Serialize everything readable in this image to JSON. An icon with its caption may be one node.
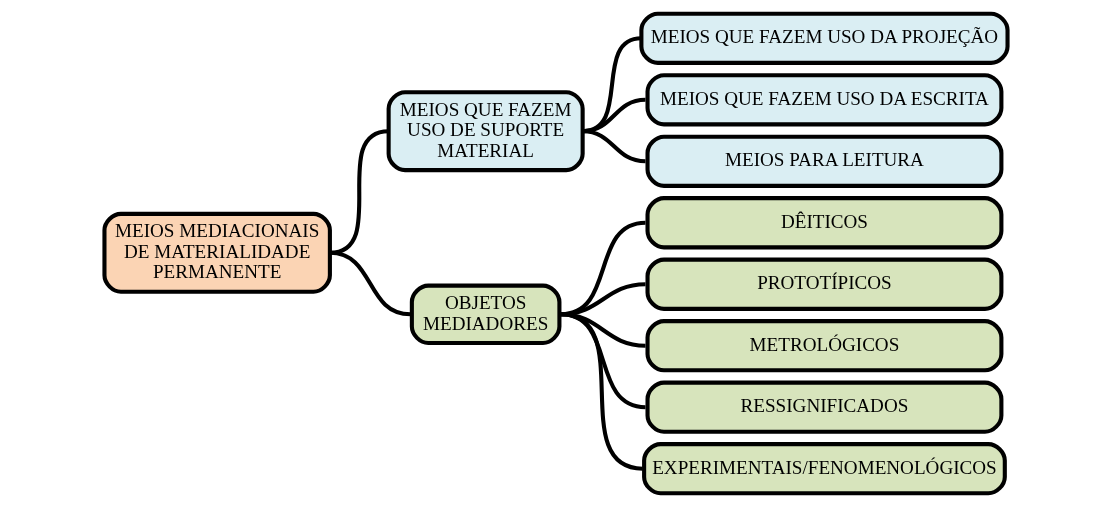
{
  "diagram": {
    "nodes": [
      {
        "text": [
          "MEIOS MEDIACIONAIS DE MATERIALIDADE PERMANENTE"
        ]
      },
      {
        "text": [
          "MEIOS QUE FAZEM USO DE SUPORTE MATERIAL"
        ]
      },
      {
        "text": [
          "OBJETOS MEDIADORES"
        ]
      },
      {
        "text": [
          "MEIOS QUE FAZEM USO DA PROJEÇÃO"
        ]
      },
      {
        "text": [
          "MEIOS QUE FAZEM USO DA ESCRITA"
        ]
      },
      {
        "text": [
          "MEIOS PARA LEITURA"
        ]
      },
      {
        "text": [
          "DÊITICOS"
        ]
      },
      {
        "text": [
          "PROTOTÍPICOS"
        ]
      },
      {
        "text": [
          "METROLÓGICOS"
        ]
      },
      {
        "text": [
          "RESSIGNIFICADOS"
        ]
      },
      {
        "text": [
          "EXPERIMENTAIS/FENOMENOLÓGICOS"
        ]
      }
    ],
    "edges": [
      {
        "from": 0,
        "to": 1,
        "arrow": "none"
      },
      {
        "from": 0,
        "to": 2,
        "arrow": "none"
      },
      {
        "from": 1,
        "to": 3,
        "arrow": "none"
      },
      {
        "from": 1,
        "to": 4,
        "arrow": "none"
      },
      {
        "from": 1,
        "to": 5,
        "arrow": "none"
      },
      {
        "from": 2,
        "to": 6,
        "arrow": "none"
      },
      {
        "from": 2,
        "to": 7,
        "arrow": "none"
      },
      {
        "from": 2,
        "to": 8,
        "arrow": "none"
      },
      {
        "from": 2,
        "to": 9,
        "arrow": "none"
      },
      {
        "from": 2,
        "to": 10,
        "arrow": "none"
      }
    ]
  }
}
